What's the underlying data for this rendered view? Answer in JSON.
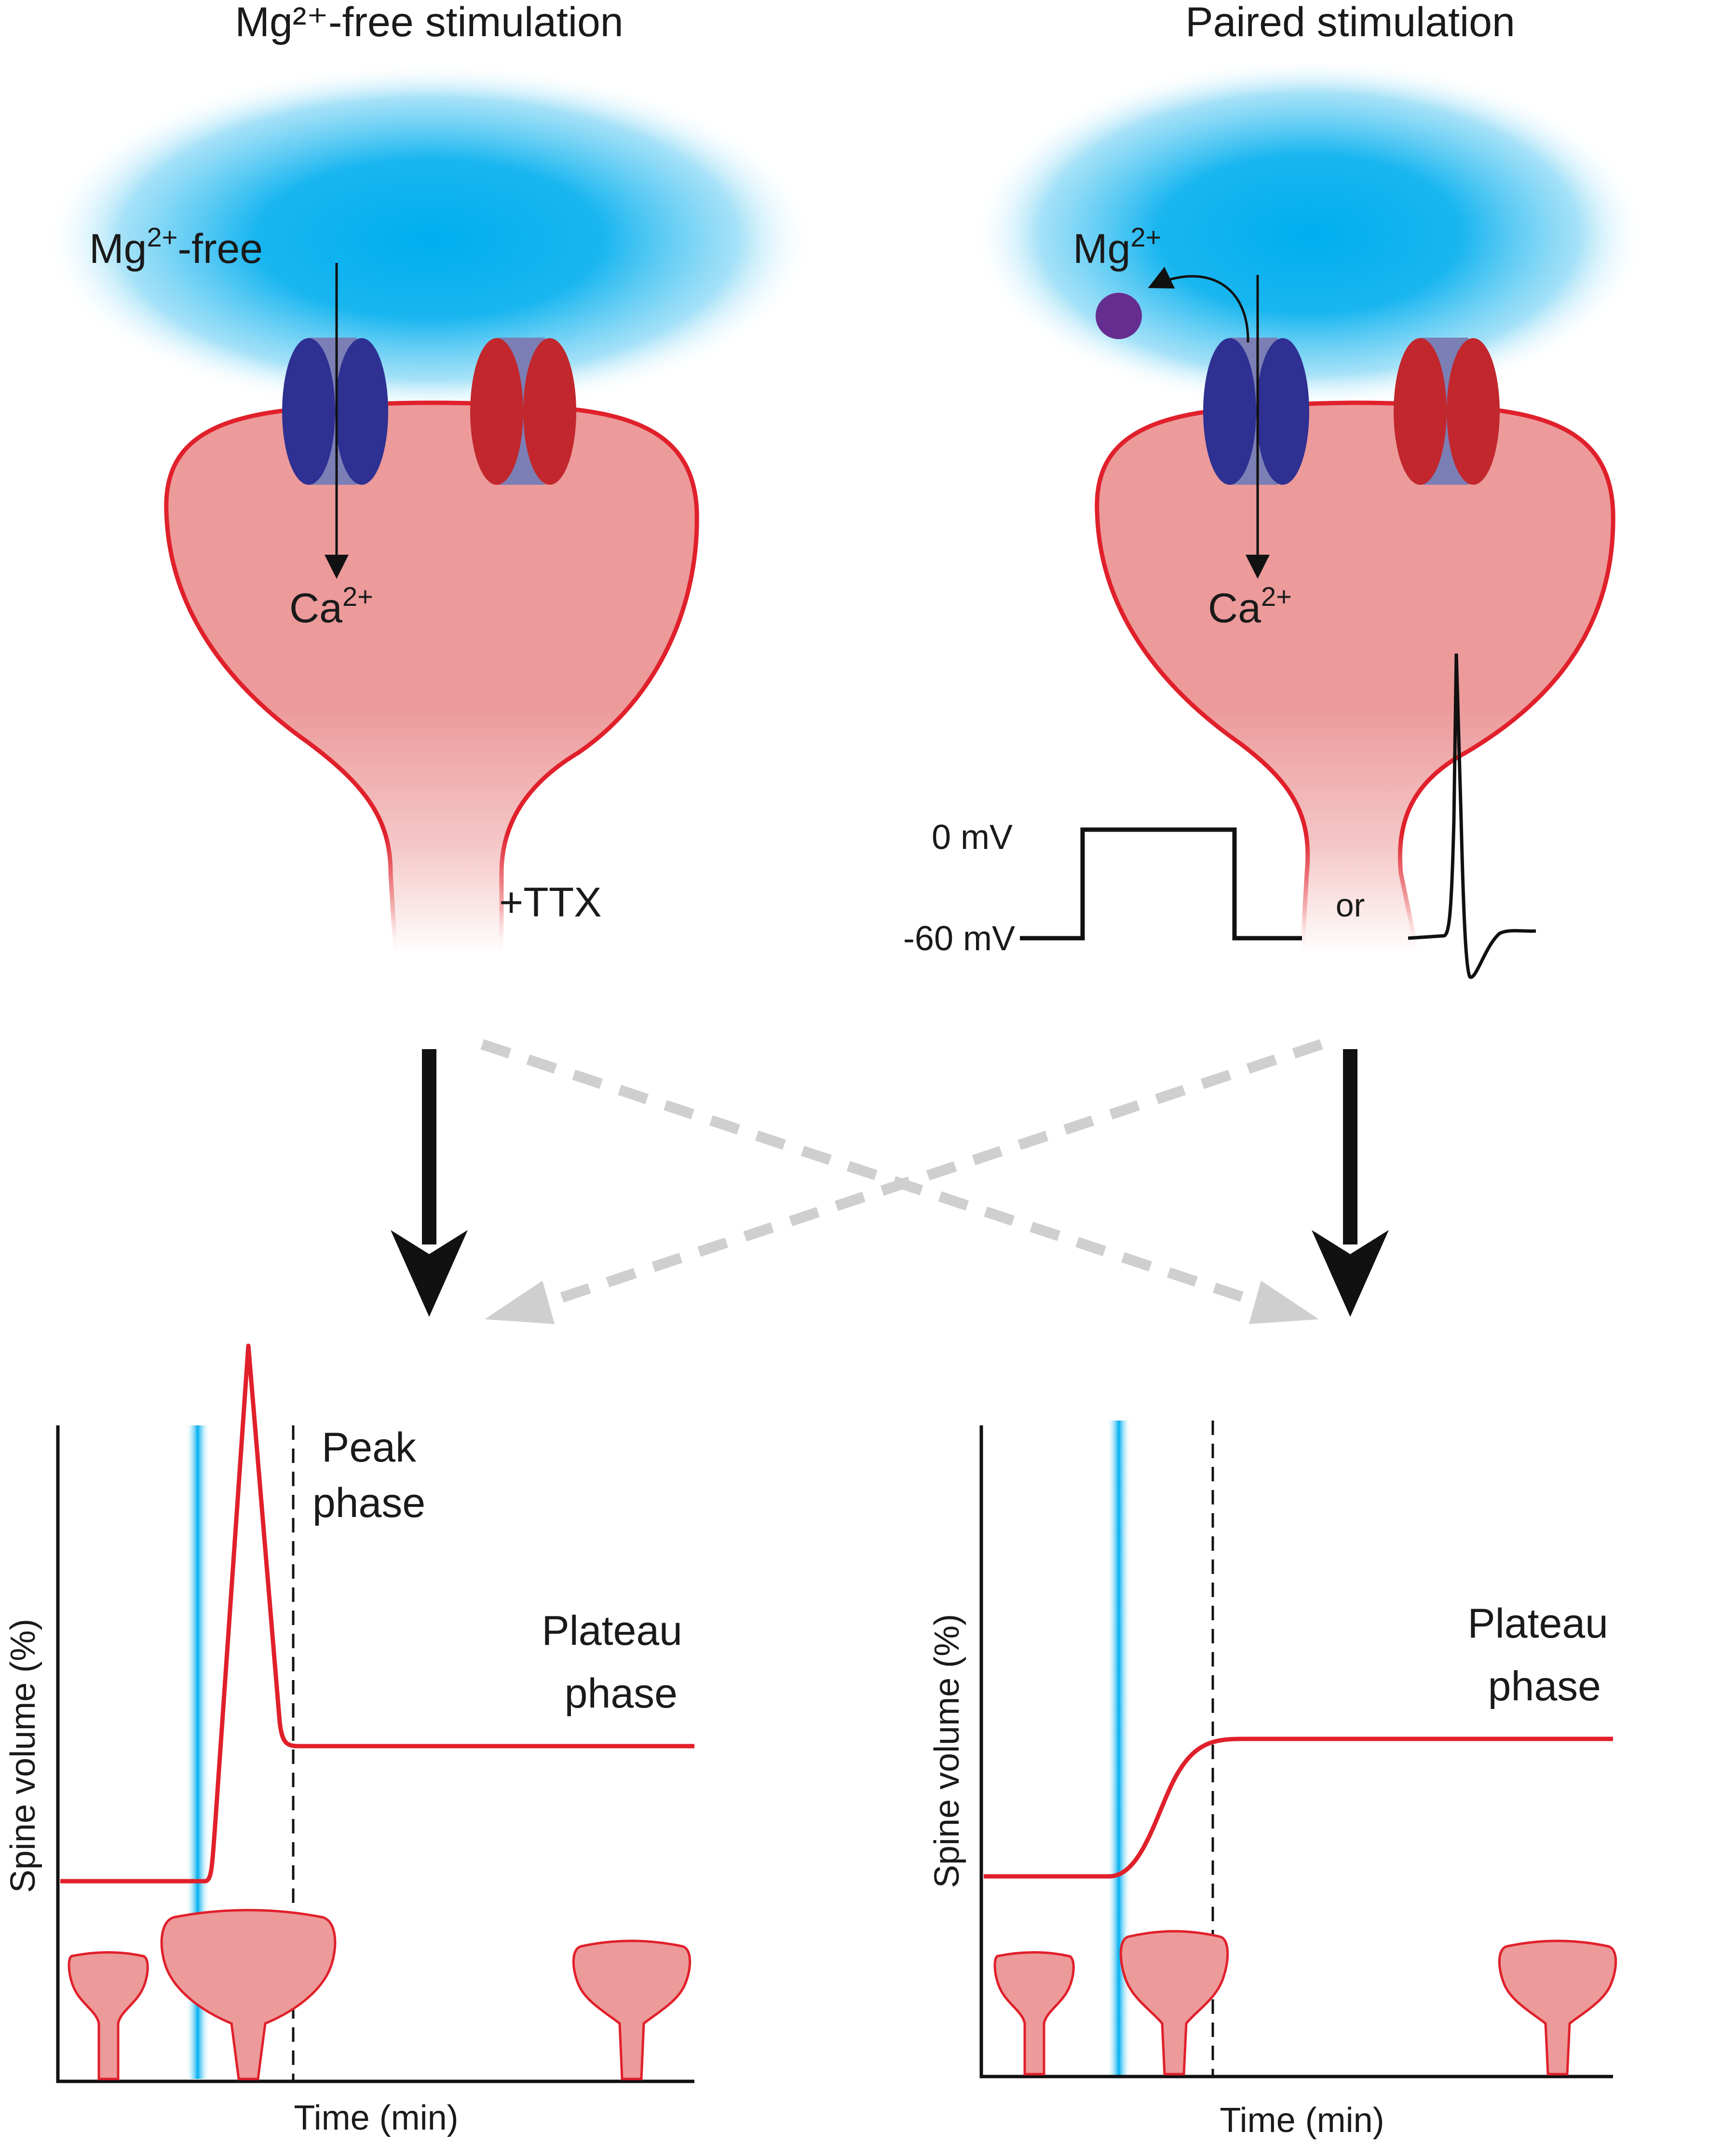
{
  "panels": {
    "left": {
      "title": "Mg²⁺-free stimulation",
      "bath_label_base": "Mg",
      "bath_label_sup": "2+",
      "bath_label_suffix": "-free",
      "ca_base": "Ca",
      "ca_sup": "2+",
      "drug_label": "+TTX"
    },
    "right": {
      "title": "Paired stimulation",
      "mg_base": "Mg",
      "mg_sup": "2+",
      "ca_base": "Ca",
      "ca_sup": "2+",
      "v_high": "0 mV",
      "v_low": "-60 mV",
      "or_label": "or"
    }
  },
  "graphs": {
    "left": {
      "ylabel": "Spine volume (%)",
      "xlabel": "Time (min)",
      "peak_label_1": "Peak",
      "peak_label_2": "phase",
      "plateau_label_1": "Plateau",
      "plateau_label_2": "phase"
    },
    "right": {
      "ylabel": "Spine volume (%)",
      "xlabel": "Time (min)",
      "plateau_label_1": "Plateau",
      "plateau_label_2": "phase"
    }
  },
  "colors": {
    "bath": "#00aeef",
    "spine_fill": "#ec9a9a",
    "spine_stroke": "#e0202b",
    "channel_blue": "#2e3192",
    "channel_red": "#c1272d",
    "channel_core": "#7b7fb5",
    "arrow_solid": "#111111",
    "arrow_dashed": "#cfcfcf",
    "mg_ion": "#662d91"
  }
}
